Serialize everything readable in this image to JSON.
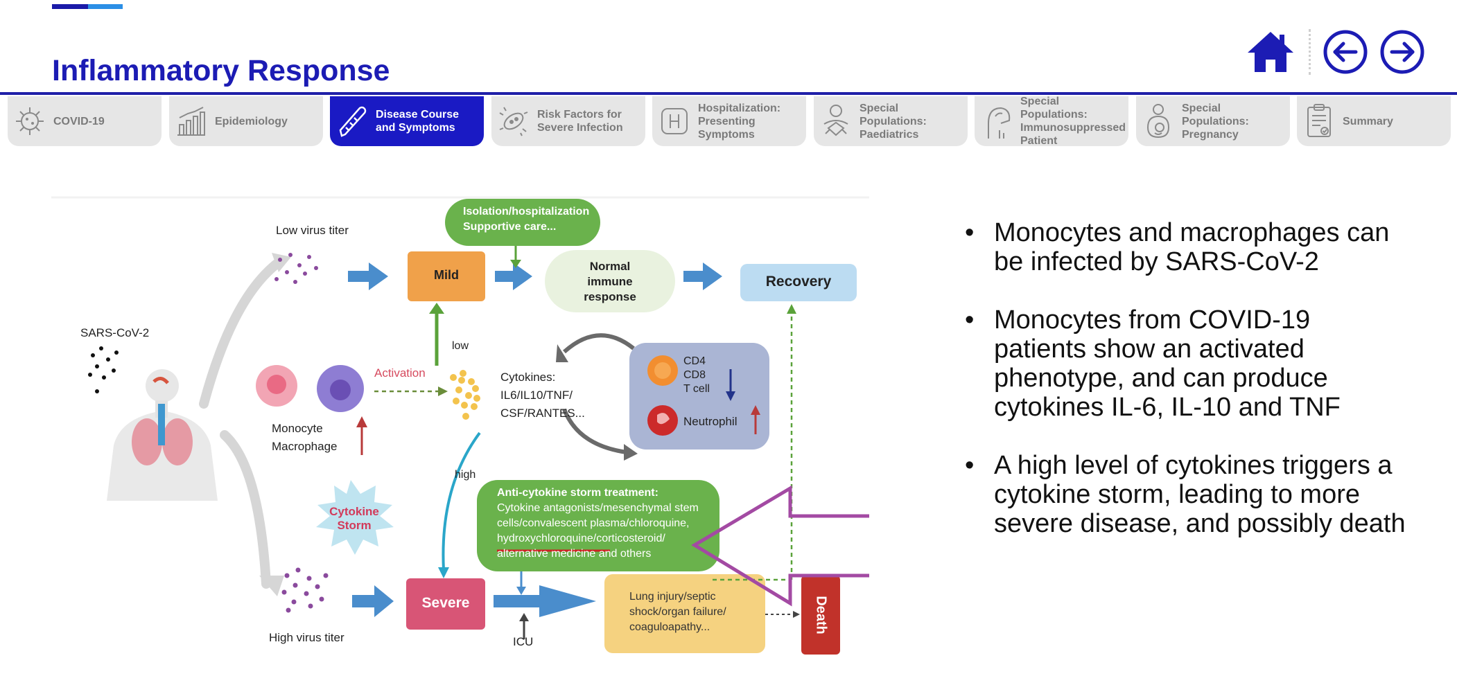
{
  "page": {
    "title": "Inflammatory Response"
  },
  "controls": {
    "home_icon": "home-icon",
    "back_icon": "arrow-left-circle-icon",
    "forward_icon": "arrow-right-circle-icon"
  },
  "tabs": [
    {
      "label": "COVID-19",
      "icon": "virus-icon",
      "active": false
    },
    {
      "label": "Epidemiology",
      "icon": "bar-chart-icon",
      "active": false
    },
    {
      "label": "Disease Course\nand Symptoms",
      "icon": "thermometer-icon",
      "active": true
    },
    {
      "label": "Risk Factors for\nSevere Infection",
      "icon": "bacteria-icon",
      "active": false
    },
    {
      "label": "Hospitalization:\nPresenting\nSymptoms",
      "icon": "hospital-icon",
      "active": false
    },
    {
      "label": "Special\nPopulations:\nPaediatrics",
      "icon": "child-icon",
      "active": false
    },
    {
      "label": "Special\nPopulations:\nImmunosuppressed\nPatient",
      "icon": "patient-icon",
      "active": false
    },
    {
      "label": "Special\nPopulations:\nPregnancy",
      "icon": "pregnancy-icon",
      "active": false
    },
    {
      "label": "Summary",
      "icon": "clipboard-icon",
      "active": false
    }
  ],
  "diagram": {
    "low_titer": "Low virus titer",
    "high_titer": "High virus titer",
    "virus": "SARS-CoV-2",
    "isolation_1": "Isolation/hospitalization",
    "isolation_2": "Supportive care...",
    "mild": "Mild",
    "normal_1": "Normal",
    "normal_2": "immune",
    "normal_3": "response",
    "recovery": "Recovery",
    "low": "low",
    "high": "high",
    "activation": "Activation",
    "monocyte": "Monocyte",
    "macrophage": "Macrophage",
    "cytokines_1": "Cytokines:",
    "cytokines_2": "IL6/IL10/TNF/",
    "cytokines_3": "CSF/RANTES...",
    "cd4": "CD4",
    "cd8": "CD8",
    "tcell": "T cell",
    "neutrophil": "Neutrophil",
    "storm_1": "Cytokine",
    "storm_2": "Storm",
    "treatment_title": "Anti-cytokine storm treatment:",
    "treatment_1": "Cytokine antagonists/mesenchymal stem",
    "treatment_2": "cells/convalescent plasma/chloroquine,",
    "treatment_3": "hydroxychloroquine/corticosteroid/",
    "treatment_4": "alternative medicine and others",
    "severe": "Severe",
    "icu": "ICU",
    "lung_1": "Lung injury/septic",
    "lung_2": "shock/organ failure/",
    "lung_3": "coaguloapathy...",
    "death": "Death"
  },
  "bullets": [
    "Monocytes and macrophages can be infected by SARS-CoV-2",
    "Monocytes from COVID-19 patients show an activated phenotype, and can produce cytokines IL-6, IL-10 and TNF",
    "A high level of cytokines triggers a cytokine storm, leading to more severe disease, and possibly death"
  ],
  "colors": {
    "brand": "#1c1cb4",
    "annotation_arrow": "#a34aa3",
    "underline": "#cc2222"
  }
}
